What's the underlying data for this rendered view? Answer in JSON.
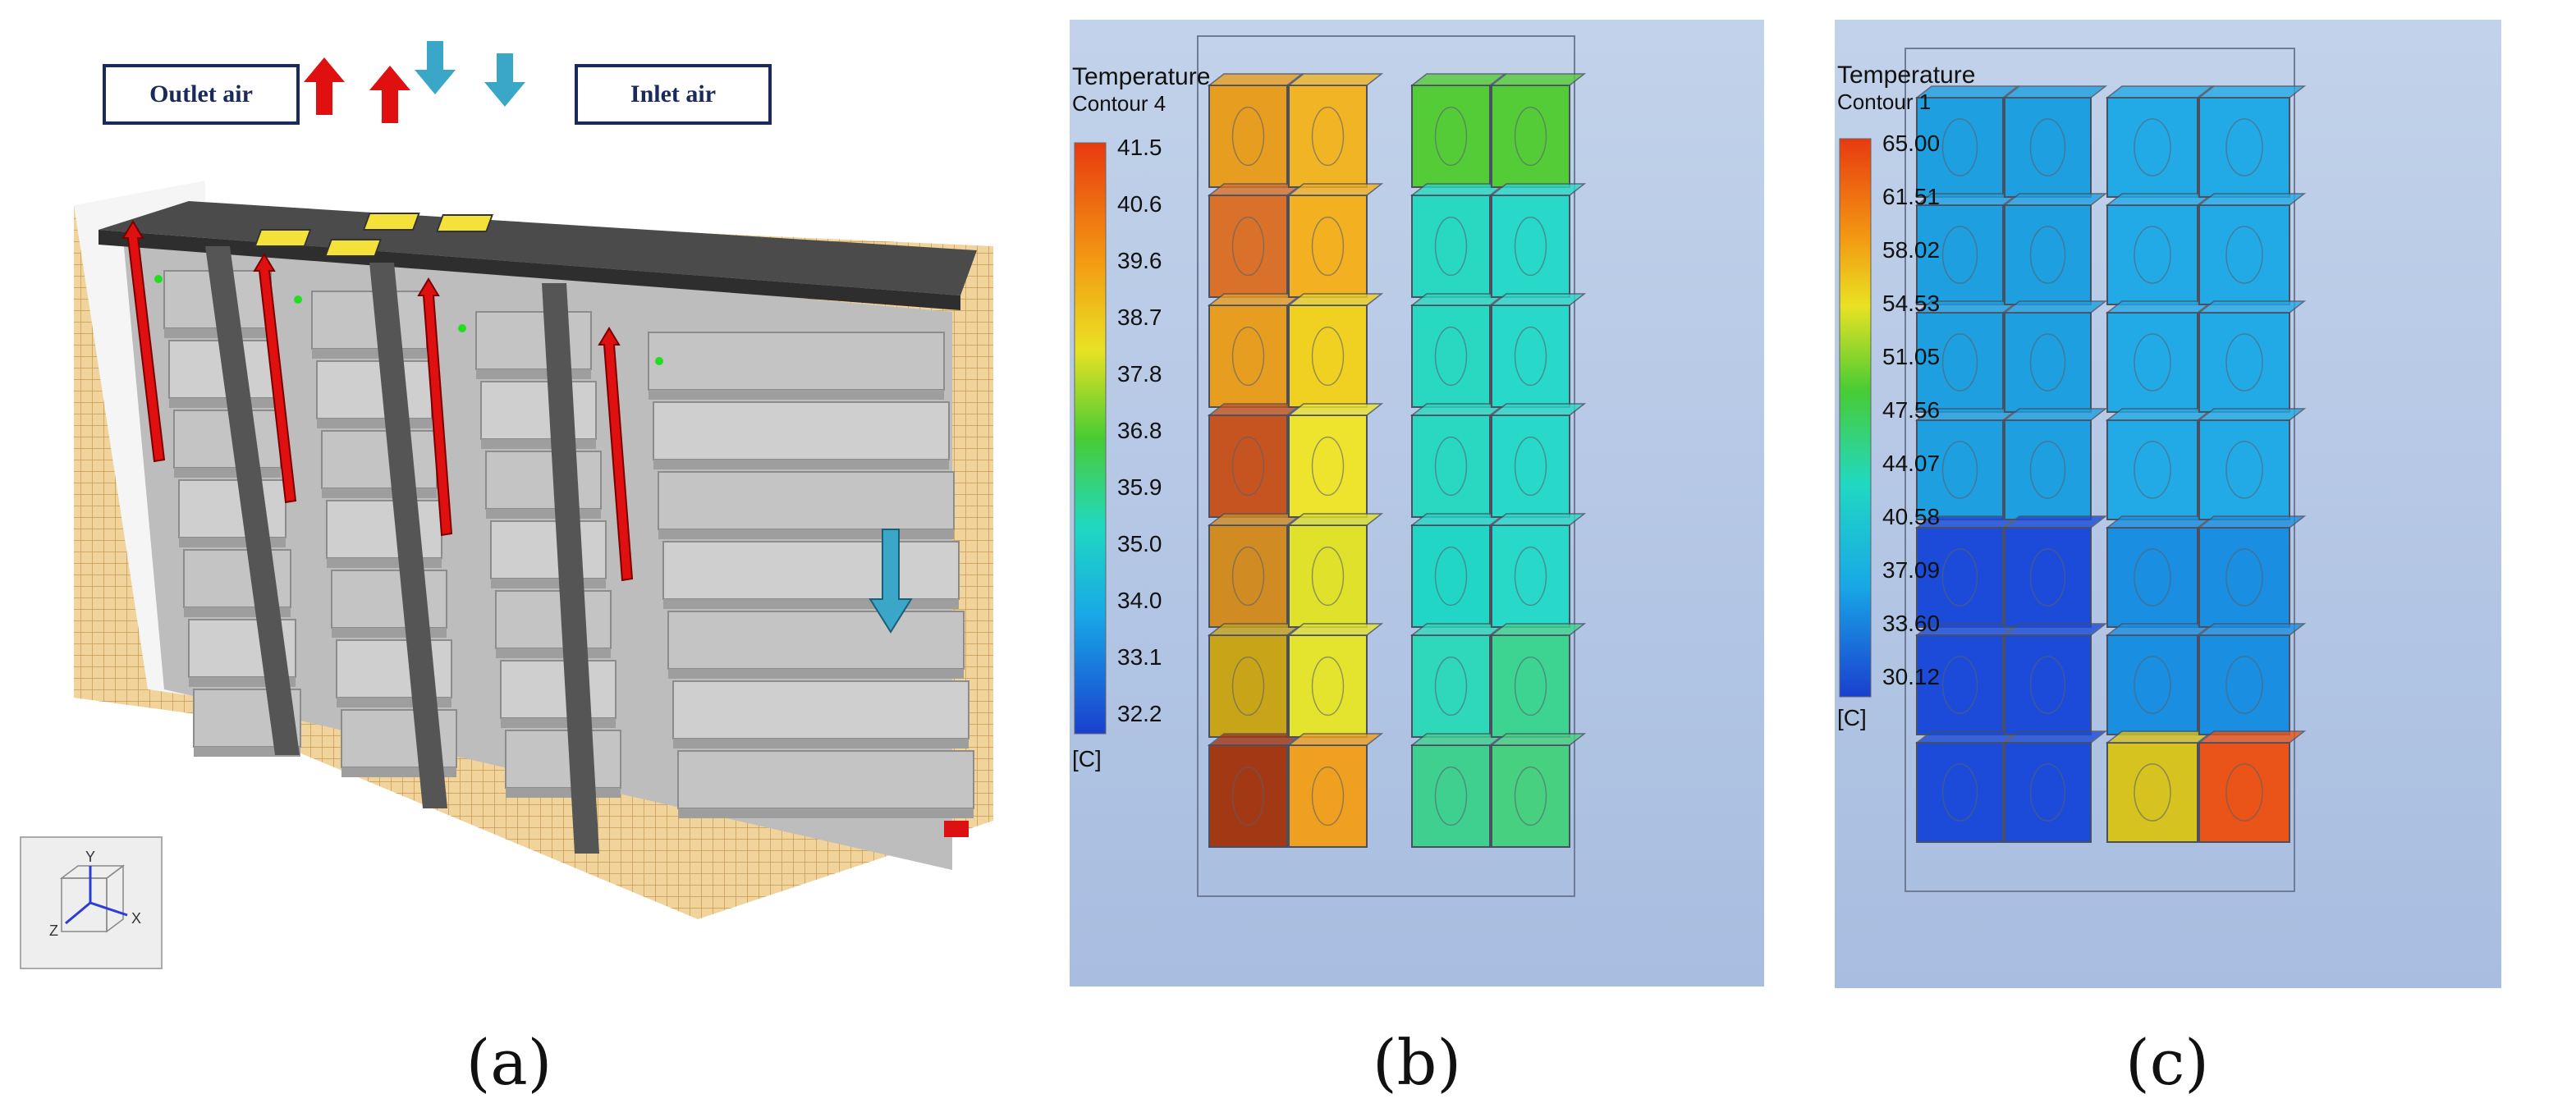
{
  "panel_a": {
    "outlet_label": "Outlet air",
    "inlet_label": "Inlet air",
    "axis_y": "Y",
    "axis_x": "X",
    "axis_z": "Z",
    "colors": {
      "outlet_arrow": "#e01010",
      "inlet_arrow": "#3aa7c9"
    }
  },
  "panel_b": {
    "legend_title_1": "Temperature",
    "legend_title_2": "Contour 4",
    "legend_values": [
      "41.5",
      "40.6",
      "39.6",
      "38.7",
      "37.8",
      "36.8",
      "35.9",
      "35.0",
      "34.0",
      "33.1",
      "32.2"
    ],
    "unit": "[C]"
  },
  "panel_c": {
    "legend_title_1": "Temperature",
    "legend_title_2": "Contour 1",
    "legend_values": [
      "65.00",
      "61.51",
      "58.02",
      "54.53",
      "51.05",
      "47.56",
      "44.07",
      "40.58",
      "37.09",
      "33.60",
      "30.12"
    ],
    "unit": "[C]"
  },
  "captions": {
    "a": "(a)",
    "b": "(b)",
    "c": "(c)"
  }
}
